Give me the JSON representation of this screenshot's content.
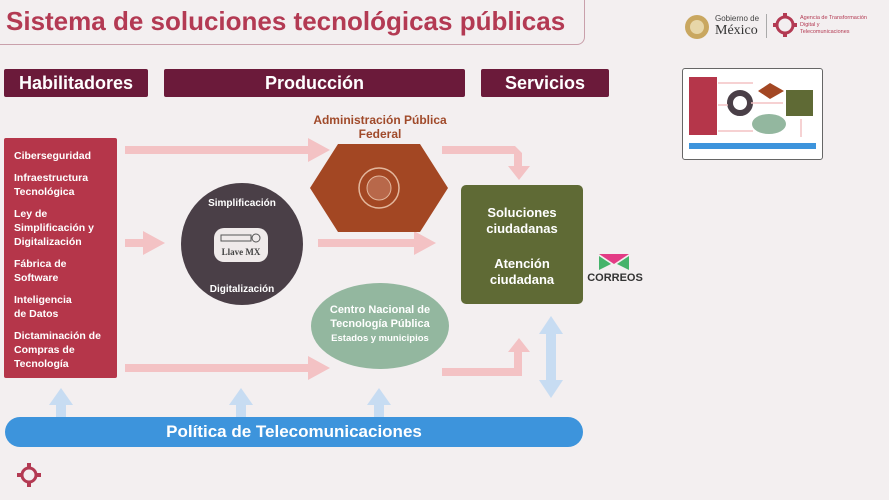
{
  "title": "Sistema de soluciones tecnológicas públicas",
  "logos": {
    "gov_small": "Gobierno de",
    "gov_big": "México",
    "agency": "Agencia de Transformación Digital y Telecomunicaciones"
  },
  "headers": {
    "habilitadores": "Habilitadores",
    "produccion": "Producción",
    "servicios": "Servicios"
  },
  "habilitadores": [
    "Ciberseguridad",
    "Infraestructura Tecnológica",
    "Ley de Simplificación y Digitalización",
    "Fábrica de Software",
    "Inteligencia de Datos",
    "Dictaminación de Compras de Tecnología"
  ],
  "produccion": {
    "apf_label": "Administración Pública Federal",
    "circle_top": "Simplificación",
    "circle_bottom": "Digitalización",
    "llave": "Llave MX",
    "cntp_title": "Centro Nacional de Tecnología Pública",
    "cntp_sub": "Estados y municipios"
  },
  "servicios": {
    "line1": "Soluciones ciudadanas",
    "line2": "Atención ciudadana"
  },
  "correos": "CORREOS",
  "politica": "Política de Telecomunicaciones",
  "colors": {
    "primary": "#b33a53",
    "dark": "#6b1a3a",
    "olive": "#5f6a35",
    "sage": "#93b79f",
    "blue": "#3d94dc",
    "rust": "#a34723"
  }
}
